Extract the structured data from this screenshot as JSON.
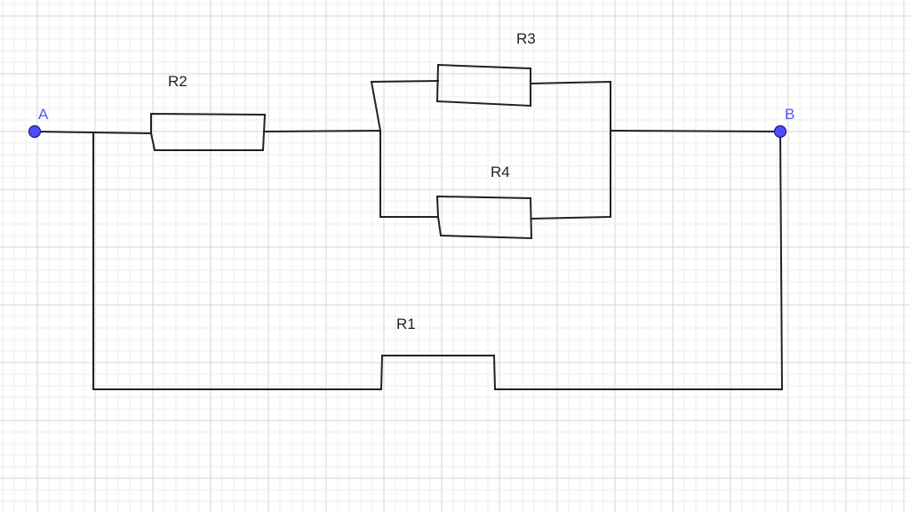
{
  "diagram": {
    "resistors": {
      "r1": "R1",
      "r2": "R2",
      "r3": "R3",
      "r4": "R4"
    },
    "points": {
      "a": "A",
      "b": "B"
    },
    "colors": {
      "point_fill": "#4d4dff",
      "point_label": "#5555ee",
      "wire": "#222222",
      "grid_major": "#d6d6d6",
      "grid_minor": "#eeeeee"
    }
  }
}
